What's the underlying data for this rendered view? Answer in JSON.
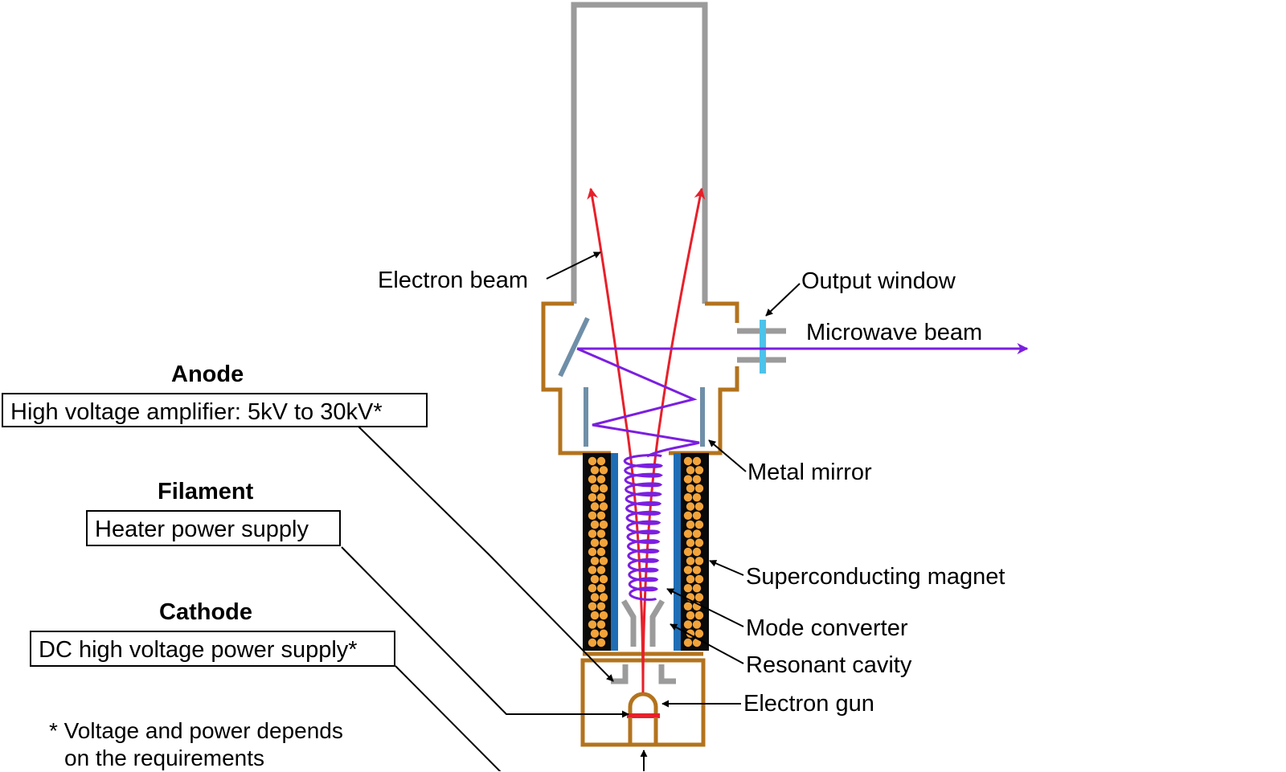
{
  "labels": {
    "electron_beam": "Electron beam",
    "output_window": "Output window",
    "microwave_beam": "Microwave beam",
    "metal_mirror": "Metal mirror",
    "superconducting_magnet": "Superconducting magnet",
    "mode_converter": "Mode converter",
    "resonant_cavity": "Resonant cavity",
    "electron_gun": "Electron gun"
  },
  "supplies": {
    "anode": {
      "title": "Anode",
      "desc": "High voltage amplifier: 5kV to 30kV*"
    },
    "filament": {
      "title": "Filament",
      "desc": "Heater power supply"
    },
    "cathode": {
      "title": "Cathode",
      "desc": "DC high voltage power supply*"
    }
  },
  "footnote": {
    "line1": "* Voltage and power depends",
    "line2": "on the requirements"
  },
  "colors": {
    "tube_wall": "#b3731d",
    "collector": "#9b9b9b",
    "electron_beam": "#e8202a",
    "microwave": "#7b1fe0",
    "window": "#4cc3ea",
    "mirror": "#6f8fa8",
    "magnet_liner": "#1f6eb5",
    "magnet_coil": "#f2a33a",
    "leader_line": "#000000"
  }
}
